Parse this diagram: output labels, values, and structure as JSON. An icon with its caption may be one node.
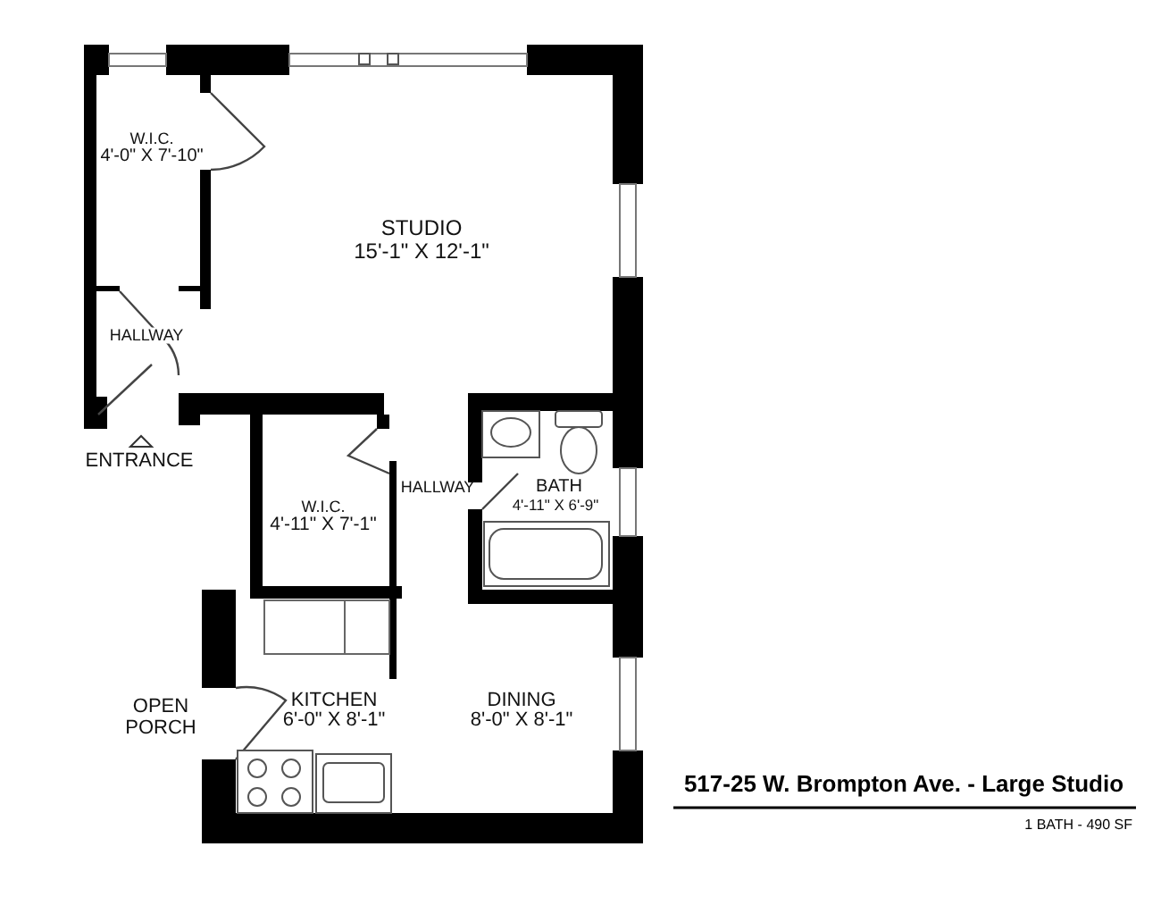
{
  "diagram": {
    "title": "517-25 W. Brompton Ave. - Large Studio",
    "caption": "1 BATH - 490 SF",
    "labels": [
      "W.I.C.",
      "4'-0\" X 7'-10\"",
      "STUDIO",
      "15'-1\" X 12'-1\"",
      "HALLWAY",
      "ENTRANCE",
      "W.I.C.",
      "4'-11\" X 7'-1\"",
      "HALLWAY",
      "BATH",
      "4'-11\" X 6'-9\"",
      "OPEN PORCH",
      "KITCHEN",
      "6'-0\" X 8'-1\"",
      "DINING",
      "8'-0\" X 8'-1\""
    ]
  }
}
